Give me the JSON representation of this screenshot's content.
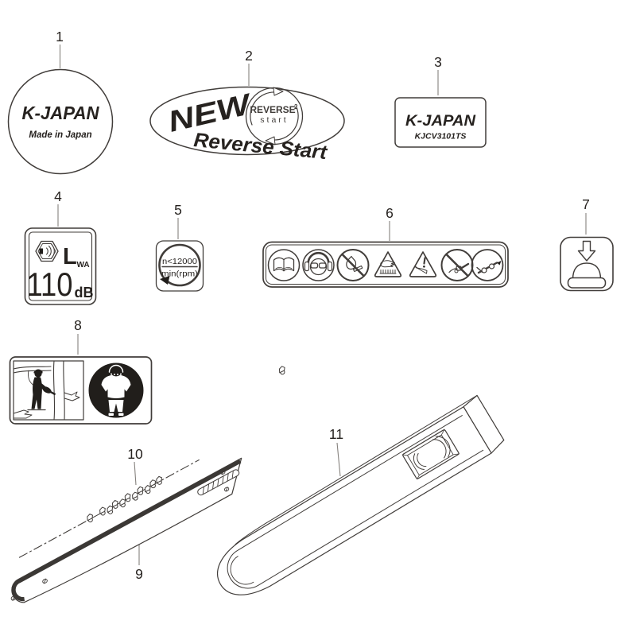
{
  "colors": {
    "background": "#ffffff",
    "line": "#413d3a",
    "text": "#26221f",
    "leader": "#85817d",
    "black_fill": "#211e1b"
  },
  "parts": {
    "1": {
      "num": "1"
    },
    "2": {
      "num": "2"
    },
    "3": {
      "num": "3"
    },
    "4": {
      "num": "4"
    },
    "5": {
      "num": "5"
    },
    "6": {
      "num": "6"
    },
    "7": {
      "num": "7"
    },
    "8": {
      "num": "8"
    },
    "9": {
      "num": "9"
    },
    "10": {
      "num": "10"
    },
    "11": {
      "num": "11"
    }
  },
  "labels": {
    "brand_round": {
      "brand": "K-JAPAN",
      "origin": "Made in Japan"
    },
    "reverse_oval": {
      "word_new": "NEW",
      "word_reverse_start": "Reverse Start",
      "logo_word": "REVERSE",
      "logo_sup": "2",
      "logo_sub": "start"
    },
    "model_plate": {
      "brand": "K-JAPAN",
      "model": "KJCV3101TS"
    },
    "noise_plate": {
      "symbol": "L",
      "symbol_sub": "WA",
      "value": "110",
      "unit": "dB"
    },
    "rpm_plate": {
      "limit": "n<12000",
      "unit": "min(rpm)"
    }
  },
  "icons": {
    "noise_plate": "speaker-horn-icon",
    "rpm_plate": "rotation-arrow-icon",
    "primer_plate": "press-primer-bulb-icon",
    "safety_strip": [
      "read-manual-icon",
      "wear-ear-eye-protection-icon",
      "no-open-flame-icon",
      "hot-surface-warning-icon",
      "kickback-warning-icon",
      "no-one-handed-use-icon",
      "hold-saw-with-both-hands-icon"
    ],
    "ppe_plate": [
      "tree-work-scene-icon",
      "wear-protective-clothing-icon"
    ]
  }
}
